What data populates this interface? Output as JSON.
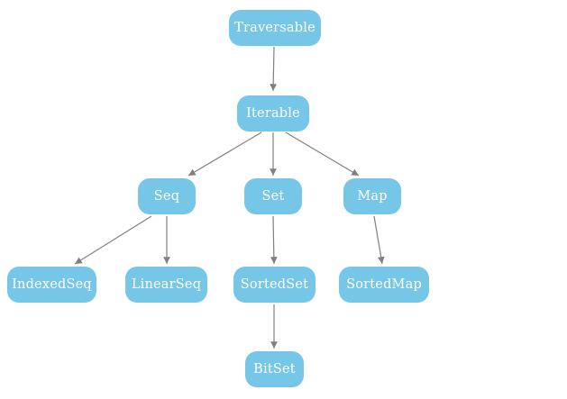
{
  "diagram": {
    "type": "hierarchy",
    "nodes": [
      {
        "id": "traversable",
        "label": "Traversable"
      },
      {
        "id": "iterable",
        "label": "Iterable"
      },
      {
        "id": "seq",
        "label": "Seq"
      },
      {
        "id": "set",
        "label": "Set"
      },
      {
        "id": "map",
        "label": "Map"
      },
      {
        "id": "indexed-seq",
        "label": "IndexedSeq"
      },
      {
        "id": "linear-seq",
        "label": "LinearSeq"
      },
      {
        "id": "sorted-set",
        "label": "SortedSet"
      },
      {
        "id": "sorted-map",
        "label": "SortedMap"
      },
      {
        "id": "bit-set",
        "label": "BitSet"
      }
    ],
    "edges": [
      {
        "from": "Traversable",
        "to": "Iterable"
      },
      {
        "from": "Iterable",
        "to": "Seq"
      },
      {
        "from": "Iterable",
        "to": "Set"
      },
      {
        "from": "Iterable",
        "to": "Map"
      },
      {
        "from": "Seq",
        "to": "IndexedSeq"
      },
      {
        "from": "Seq",
        "to": "LinearSeq"
      },
      {
        "from": "Set",
        "to": "SortedSet"
      },
      {
        "from": "Map",
        "to": "SortedMap"
      },
      {
        "from": "SortedSet",
        "to": "BitSet"
      }
    ],
    "colors": {
      "node_fill": "#76c6e8",
      "node_text": "#ffffff",
      "edge": "#808080",
      "background": "#ffffff"
    }
  }
}
